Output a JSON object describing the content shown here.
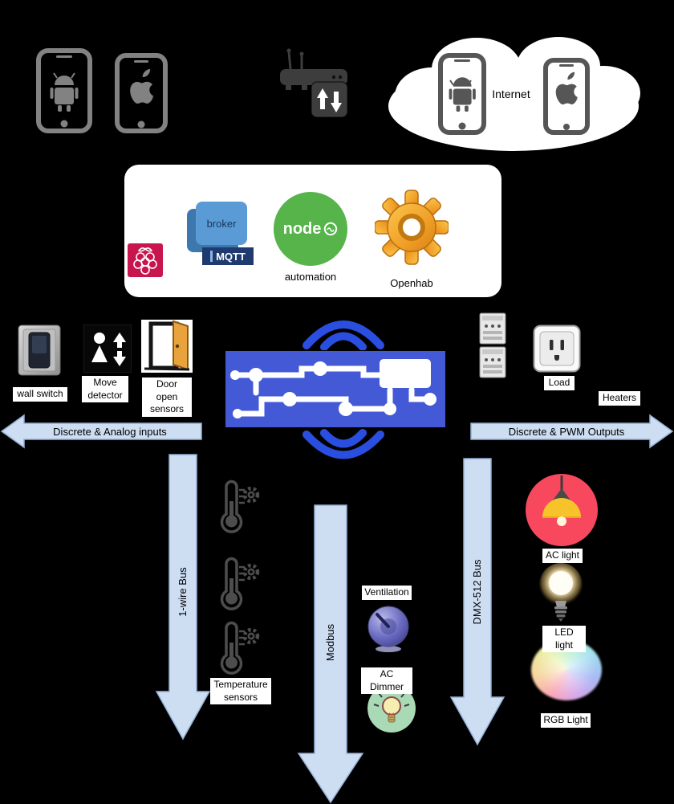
{
  "cloud": {
    "label": "Internet"
  },
  "hub": {
    "broker": "broker",
    "mqtt": "MQTT",
    "node": "node",
    "automation": "automation",
    "openhab": "Openhab"
  },
  "inputs": {
    "arrow_label": "Discrete & Analog inputs",
    "wall_switch": "wall switch",
    "move_detector": "Move detector",
    "door_sensors": "Door open sensors"
  },
  "outputs": {
    "arrow_label": "Discrete & PWM Outputs",
    "load": "Load",
    "heaters": "Heaters",
    "ac_light": "AC light",
    "led_light": "LED light",
    "rgb_light": "RGB Light"
  },
  "buses": {
    "one_wire": "1-wire Bus",
    "modbus": "Modbus",
    "dmx": "DMX-512 Bus"
  },
  "sensors": {
    "temperature": "Temperature sensors",
    "ventilation": "Ventilation",
    "ac_dimmer": "AC Dimmer"
  },
  "colors": {
    "background": "#000000",
    "arrow_fill": "#cdddf2",
    "arrow_border": "#93b1d6",
    "wifi_blue": "#2a4fe0",
    "board_blue": "#4459d6",
    "node_green": "#56b44a",
    "openhab_orange": "#f09f28",
    "raspberry_red": "#c8154e",
    "mqtt_blue": "#5b9bd5",
    "mqtt_dark": "#1e3a6e",
    "ac_light_red": "#f8485e",
    "panel_white": "#ffffff"
  },
  "icons": {
    "android-phone-icon": "smartphone with android robot",
    "iphone-icon": "smartphone with apple logo",
    "router-icon": "wireless router with switch arrows",
    "cloud-shape": "internet cloud",
    "raspberry-pi-icon": "raspberry pi logo",
    "mqtt-broker-icon": "blue broker box",
    "node-icon": "green node circle",
    "openhab-gear-icon": "orange gear",
    "controller-board-icon": "blue circuit board",
    "wifi-signal-icon": "wifi arcs",
    "wall-switch-icon": "wall switch",
    "move-detector-icon": "motion detector",
    "door-open-icon": "open door",
    "din-module-icon": "din rail relay modules",
    "outlet-icon": "power socket",
    "thermometer-icon": "thermometer with gear",
    "ventilation-knob-icon": "fan knob",
    "dimmer-bulb-icon": "bulb in green circle",
    "pendant-lamp-icon": "pendant lamp in red circle",
    "led-bulb-icon": "glowing led bulb",
    "rgb-disc-icon": "rainbow color disc"
  }
}
